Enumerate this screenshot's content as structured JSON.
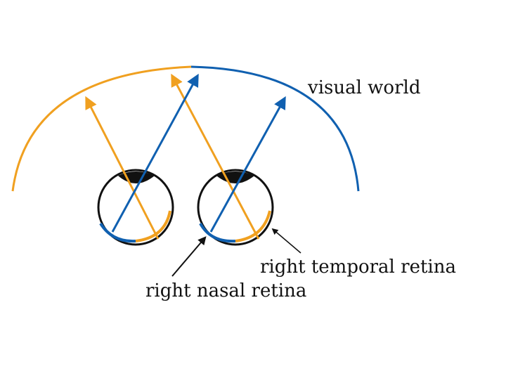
{
  "labels": {
    "visual_world": "visual world",
    "right_temporal_retina": "right temporal retina",
    "right_nasal_retina": "right nasal retina"
  },
  "colors": {
    "left_field": "#f0a020",
    "right_field": "#1060b0",
    "eye_outline": "#111111",
    "pupil": "#111111",
    "label_text": "#111111"
  }
}
